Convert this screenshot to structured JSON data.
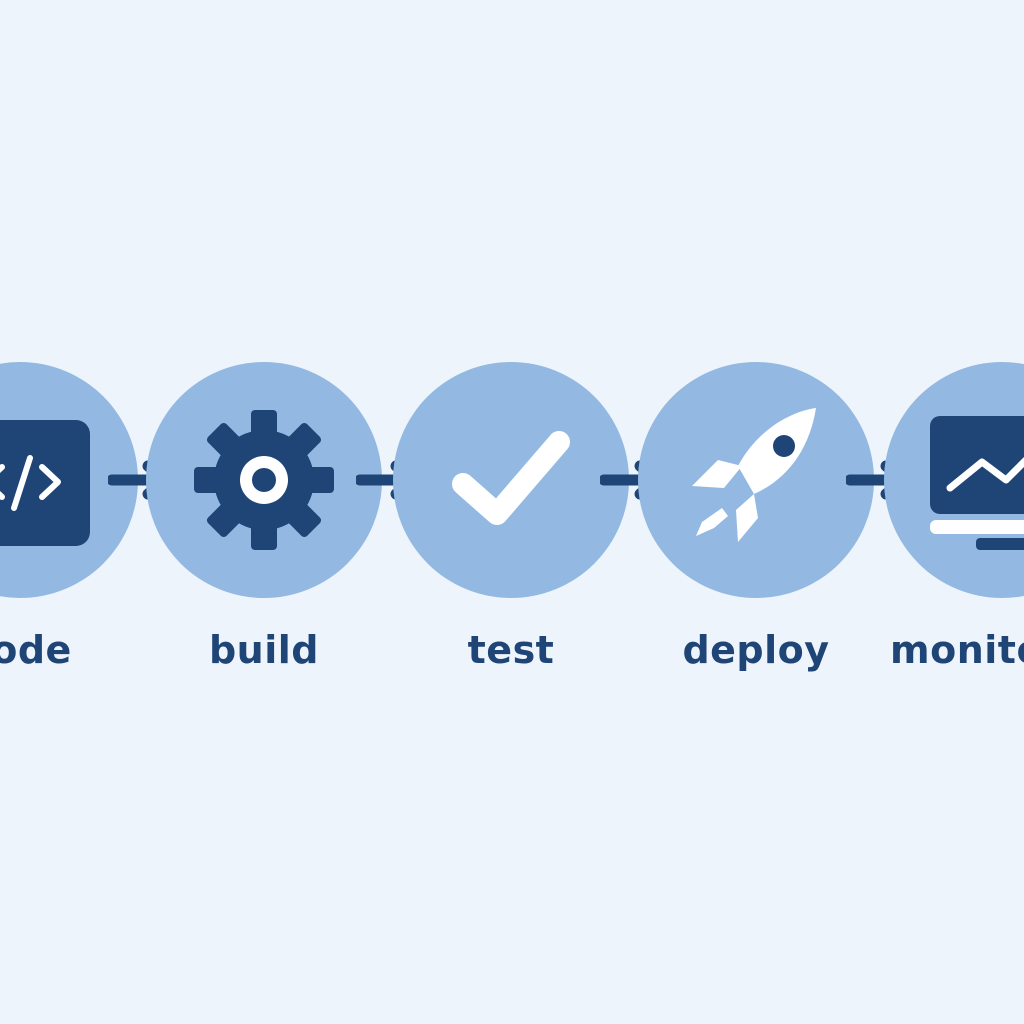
{
  "colors": {
    "background": "#eef4fb",
    "circle": "#93b9e3",
    "accent": "#1f4577",
    "icon_light": "#ffffff"
  },
  "stages": [
    {
      "label": "code",
      "icon": "code-window-icon"
    },
    {
      "label": "build",
      "icon": "gear-icon"
    },
    {
      "label": "test",
      "icon": "checkmark-icon"
    },
    {
      "label": "deploy",
      "icon": "rocket-icon"
    },
    {
      "label": "monitor",
      "icon": "monitor-chart-icon"
    }
  ],
  "connectors": "right-arrow-icon"
}
